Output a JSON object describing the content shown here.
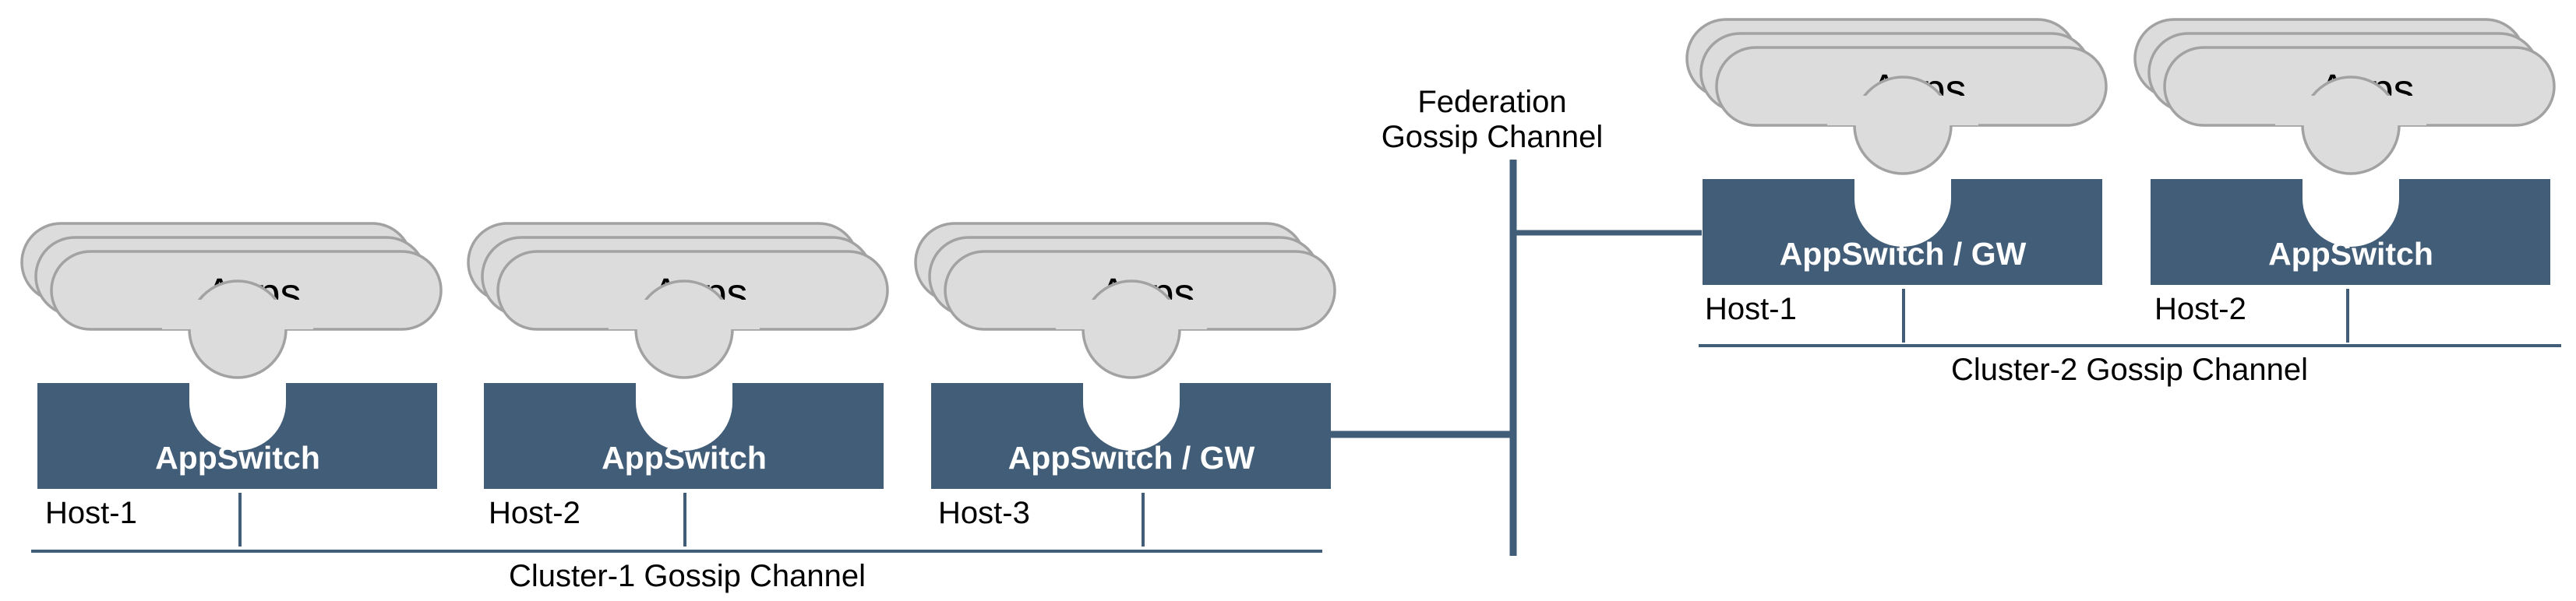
{
  "colors": {
    "switch_fill": "#425d78",
    "line": "#425d78",
    "cloud_fill": "#dcdcdc",
    "cloud_stroke": "#a2a2a2"
  },
  "federation": {
    "label_line1": "Federation",
    "label_line2": "Gossip Channel"
  },
  "cluster1": {
    "channel_label": "Cluster-1 Gossip Channel",
    "nodes": [
      {
        "apps_label": "Apps",
        "switch_label": "AppSwitch",
        "host_label": "Host-1"
      },
      {
        "apps_label": "Apps",
        "switch_label": "AppSwitch",
        "host_label": "Host-2"
      },
      {
        "apps_label": "Apps",
        "switch_label": "AppSwitch / GW",
        "host_label": "Host-3"
      }
    ]
  },
  "cluster2": {
    "channel_label": "Cluster-2 Gossip Channel",
    "nodes": [
      {
        "apps_label": "Apps",
        "switch_label": "AppSwitch / GW",
        "host_label": "Host-1"
      },
      {
        "apps_label": "Apps",
        "switch_label": "AppSwitch",
        "host_label": "Host-2"
      }
    ]
  }
}
